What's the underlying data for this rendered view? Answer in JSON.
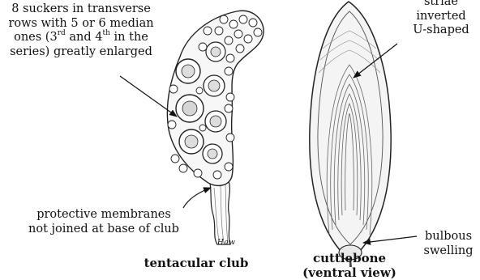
{
  "labels": {
    "suckers": {
      "line1": "8 suckers in transverse",
      "line2": "rows with 5 or 6 median",
      "line3_pre": "ones (3",
      "line3_sup1": "rd",
      "line3_mid": " and 4",
      "line3_sup2": "th",
      "line3_post": " in the",
      "line4": "series) greatly enlarged"
    },
    "membranes": {
      "line1": "protective membranes",
      "line2": "not joined at base of club"
    },
    "striae": {
      "line1": "striae",
      "line2": "inverted",
      "line3": "U-shaped"
    },
    "swelling": {
      "line1": "bulbous",
      "line2": "swelling"
    }
  },
  "captions": {
    "club": "tentacular club",
    "cuttlebone_line1": "cuttlebone",
    "cuttlebone_line2": "(ventral view)"
  },
  "signature": "Haw"
}
